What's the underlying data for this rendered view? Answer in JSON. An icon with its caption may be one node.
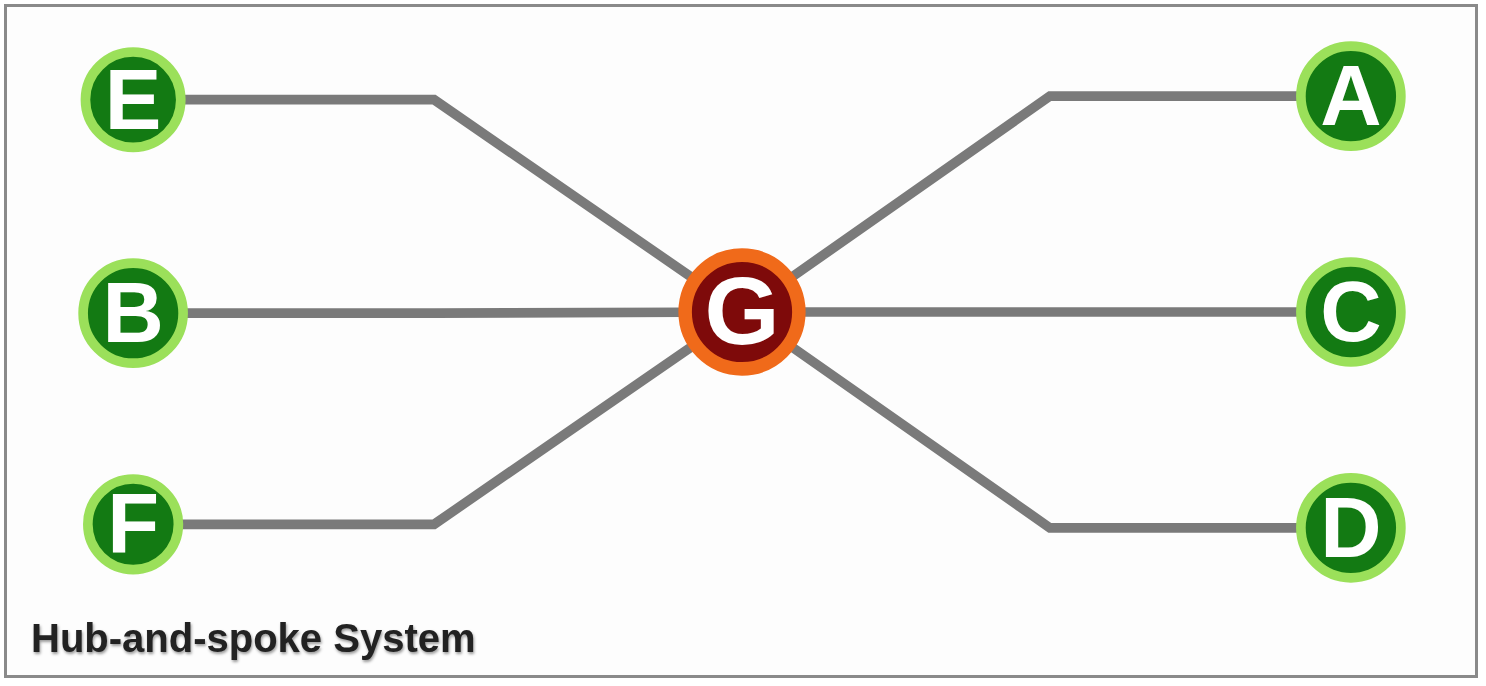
{
  "diagram": {
    "caption": "Hub-and-spoke System",
    "nodes": [
      {
        "text": [
          "A"
        ]
      },
      {
        "text": [
          "B"
        ]
      },
      {
        "text": [
          "E"
        ]
      },
      {
        "text": [
          "G"
        ]
      },
      {
        "text": [
          "F"
        ]
      },
      {
        "text": [
          "D"
        ]
      },
      {
        "text": [
          "C"
        ]
      }
    ],
    "edges": [
      {
        "from": 2,
        "to": 3,
        "arrow": "none"
      },
      {
        "from": 1,
        "to": 3,
        "arrow": "none"
      },
      {
        "from": 4,
        "to": 3,
        "arrow": "none"
      },
      {
        "from": 3,
        "to": 0,
        "arrow": "none"
      },
      {
        "from": 3,
        "to": 6,
        "arrow": "none"
      },
      {
        "from": 3,
        "to": 5,
        "arrow": "none"
      }
    ]
  }
}
